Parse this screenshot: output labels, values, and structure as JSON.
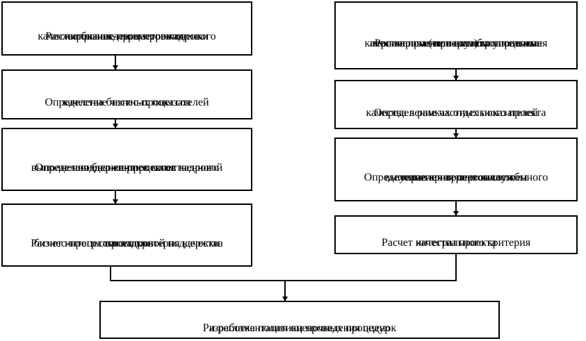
{
  "left_column": [
    {
      "lines": [
        "Ранжирование параметров оценки",
        "качества бизнес-процессов кадрового",
        "сопровождения проектов"
      ]
    },
    {
      "lines": [
        "Определение частных показателей",
        "качества бизнес-процессов"
      ]
    },
    {
      "lines": [
        "Определение критериев качественного",
        "выполнения бизнес-процессов кадровой",
        "поддержки проектов"
      ]
    },
    {
      "lines": [
        "Расчет интегрального критерия качества",
        "бизнес-процессов кадровой поддержки",
        "проектов"
      ]
    }
  ],
  "right_column": [
    {
      "lines": [
        "Ранжирование параметров оценки",
        "качества проектов службы управления",
        "персоналом (тип – вспомогательные",
        "проекты)"
      ]
    },
    {
      "lines": [
        "Определение частных показателей",
        "качества в рамках отдельного проекта"
      ]
    },
    {
      "lines": [
        "Определение критериев качественного",
        "выполнения проектов службы",
        "управления персоналом"
      ]
    },
    {
      "lines": [
        "Расчет интегрального критерия",
        "качества проекта"
      ]
    }
  ],
  "final_box": {
    "lines": [
      "Разработка политики проведения оценок",
      "и регламентация оценочных процедур"
    ]
  }
}
